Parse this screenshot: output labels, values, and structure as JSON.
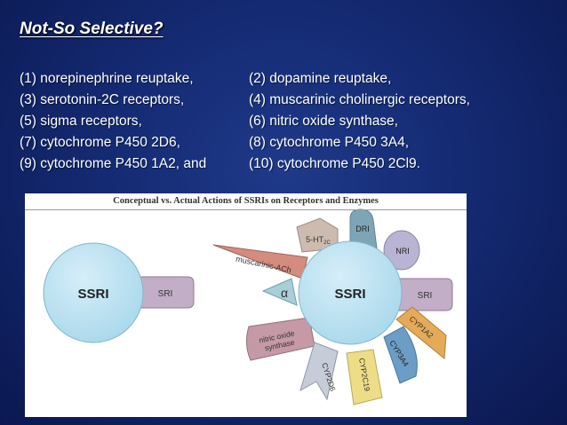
{
  "slide": {
    "title": "Not-So Selective?",
    "items": [
      [
        "(1) norepinephrine reuptake,",
        "(2) dopamine reuptake,"
      ],
      [
        "(3) serotonin-2C receptors,",
        "(4) muscarinic cholinergic receptors,"
      ],
      [
        "(5) sigma receptors,",
        "(6) nitric oxide synthase,"
      ],
      [
        "(7) cytochrome P450 2D6,",
        "(8) cytochrome P450 3A4,"
      ],
      [
        "(9) cytochrome P450 1A2, and",
        "(10) cytochrome P450 2Cl9."
      ]
    ]
  },
  "figure": {
    "title": "Conceptual vs. Actual Actions of SSRIs on Receptors and Enzymes",
    "left_center_label": "SSRI",
    "left_sri_label": "SRI",
    "right_center_label": "SSRI",
    "targets": {
      "sri": "SRI",
      "nri": "NRI",
      "dri": "DRI",
      "ht2c_main": "5-HT",
      "ht2c_sub": "2C",
      "muscarinic": "muscarinic-ACh",
      "alpha": "α",
      "nos_line1": "nitric oxide",
      "nos_line2": "synthase",
      "cyp2d6": "CYP2D6",
      "cyp2c19": "CYP2C19",
      "cyp3a4": "CYP3A4",
      "cyp1a2": "CYP1A2"
    },
    "colors": {
      "sphere": "#a9d8ec",
      "sri": "#c3aec8",
      "nri": "#b9b3d4",
      "dri": "#7ea5b7",
      "ht2c": "#cdbbb0",
      "muscarinic": "#d38c7e",
      "alpha": "#a9ceda",
      "nos": "#c599a6",
      "cyp2d6": "#c6ccd8",
      "cyp2c19": "#eedd87",
      "cyp3a4": "#6b9dc6",
      "cyp1a2": "#e4aa57"
    }
  }
}
